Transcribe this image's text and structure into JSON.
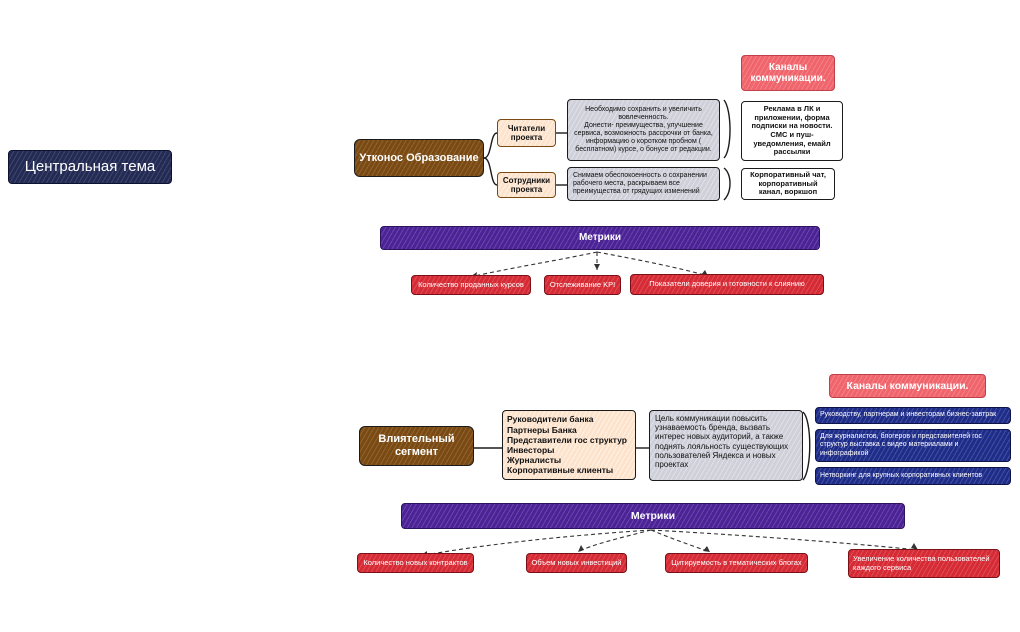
{
  "central_topic": "Центральная тема",
  "sections": [
    {
      "segment": "Утконос Образование",
      "audiences": [
        {
          "label": "Читатели проекта",
          "message": "Необходимо сохранить и увеличить вовлеченность.\nДонести- преимущества, улучшение сервиса, возможность рассрочки от банка, информацию о коротком пробном ( бесплатном) курсе, о бонусе от редакции.",
          "channel": "Реклама в ЛК и приложении, форма подписки на новости. СМС и пуш-уведомления, емайл рассылки"
        },
        {
          "label": "Сотрудники проекта",
          "message": "Снимаем обеспокоенность о сохранении рабочего места, раскрываем все преимущества от грядущих изменений",
          "channel": "Корпоративный чат, корпоративный канал, воркшоп"
        }
      ],
      "channels_title": "Каналы коммуникации.",
      "metrics_title": "Метрики",
      "metrics": [
        "Количество проданных курсов",
        "Отслеживание KPI",
        "Показатели доверия и готовности к слиянию"
      ]
    },
    {
      "segment": "Влиятельный сегмент",
      "audience_list": "Руководители банка\nПартнеры Банка\nПредставители гос структур\nИнвесторы\nЖурналисты\nКорпоративные клиенты",
      "message": "Цель коммуникации повысить узнаваемость бренда, вызвать интерес новых аудиторий, а также поднять лояльность существующих пользователей Яндекса и новых проектах",
      "channels_title": "Каналы коммуникации.",
      "channels": [
        "Руководству, партнерам и инвесторам бизнес-завтрак",
        "Для журналистов, блогеров и представителей гос структур выставка с видео материалами и инфографикой",
        "Нетворкинг для крупных корпоративных клиентов"
      ],
      "metrics_title": "Метрики",
      "metrics": [
        "Количество новых контрактов",
        "Объем новых инвестиций",
        "Цитируемость в тематических блогах",
        "Увеличение количества пользователей каждого сервиса"
      ]
    }
  ]
}
